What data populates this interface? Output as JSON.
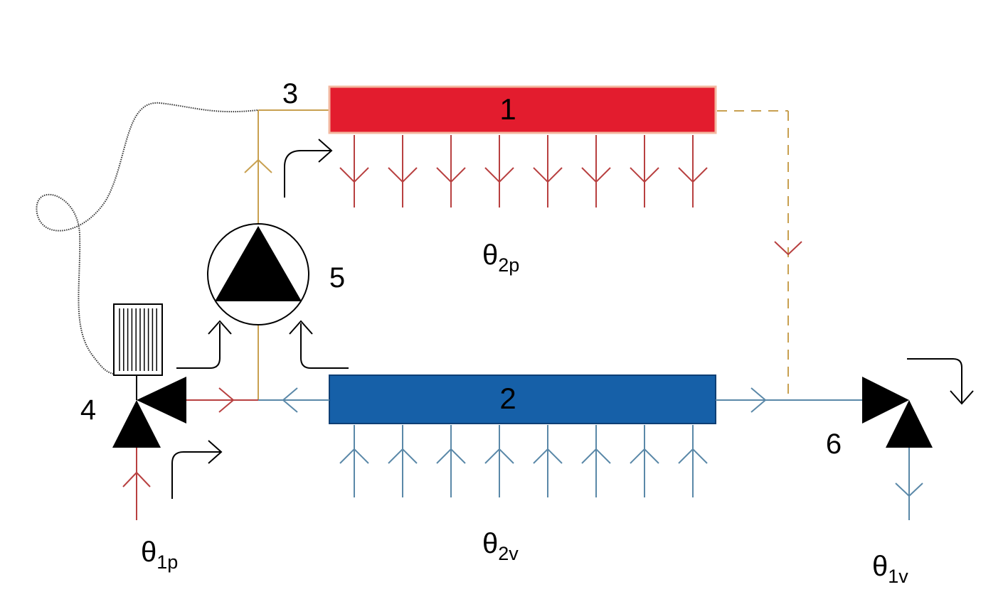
{
  "components": {
    "top_exchanger": {
      "label": "1",
      "color": "#e31c2e"
    },
    "bottom_exchanger": {
      "label": "2",
      "color": "#1660a8"
    },
    "junction": {
      "label": "3"
    },
    "mixing_valve": {
      "label": "4"
    },
    "pump": {
      "label": "5"
    },
    "return_valve": {
      "label": "6"
    }
  },
  "temperatures": {
    "theta_2p": {
      "symbol": "θ",
      "sub": "2p"
    },
    "theta_2v": {
      "symbol": "θ",
      "sub": "2v"
    },
    "theta_1p": {
      "symbol": "θ",
      "sub": "1p"
    },
    "theta_1v": {
      "symbol": "θ",
      "sub": "1v"
    }
  },
  "colors": {
    "supply_line": "#c8a050",
    "hot_arrows": "#b84040",
    "cold_arrows": "#5a88a8",
    "dashed_line": "#c8a050",
    "symbols": "#000000"
  },
  "icons": [
    "pump-icon",
    "three-way-valve-icon",
    "actuator-icon",
    "flow-direction-arrow-icon"
  ]
}
